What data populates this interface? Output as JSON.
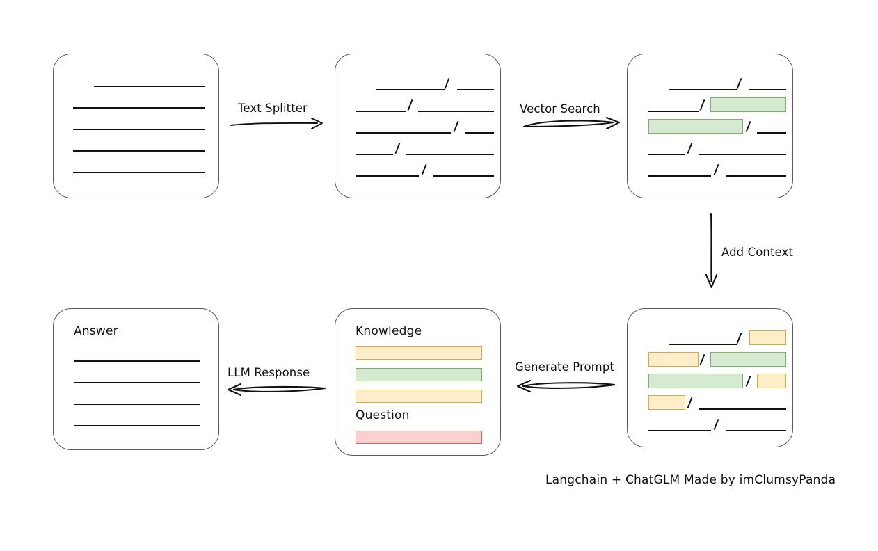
{
  "diagram": {
    "caption": "Langchain + ChatGLM Made by imClumsyPanda",
    "nodes": {
      "source_document": {
        "name": "source-document",
        "label": "",
        "lines": 5,
        "highlights": []
      },
      "split_chunks": {
        "name": "split-chunks",
        "label": "",
        "lines": 5,
        "highlights": []
      },
      "matched_chunks": {
        "name": "matched-chunks",
        "label": "",
        "lines": 5,
        "highlights": [
          "green",
          "green"
        ]
      },
      "context_chunks": {
        "name": "context-chunks",
        "label": "",
        "lines": 5,
        "highlights": [
          "yellow",
          "yellow",
          "green",
          "green",
          "yellow",
          "yellow"
        ]
      },
      "prompt": {
        "name": "prompt-card",
        "knowledge_label": "Knowledge",
        "question_label": "Question",
        "knowledge_bars": [
          "yellow",
          "green",
          "yellow"
        ],
        "question_bars": [
          "red"
        ]
      },
      "answer": {
        "name": "answer-card",
        "label": "Answer",
        "lines": 4
      }
    },
    "edges": [
      {
        "id": "text-splitter",
        "label": "Text Splitter",
        "direction": "right"
      },
      {
        "id": "vector-search",
        "label": "Vector Search",
        "direction": "right"
      },
      {
        "id": "add-context",
        "label": "Add Context",
        "direction": "down"
      },
      {
        "id": "generate-prompt",
        "label": "Generate Prompt",
        "direction": "left"
      },
      {
        "id": "llm-response",
        "label": "LLM Response",
        "direction": "left"
      }
    ],
    "colors": {
      "green_fill": "#d5ead0",
      "green_border": "#79b061",
      "yellow_fill": "#fdeec8",
      "yellow_border": "#d6aa3e",
      "red_fill": "#f6d1ce",
      "red_border": "#c96a62",
      "box_border": "#5b5b5b",
      "rule": "#111111"
    }
  }
}
